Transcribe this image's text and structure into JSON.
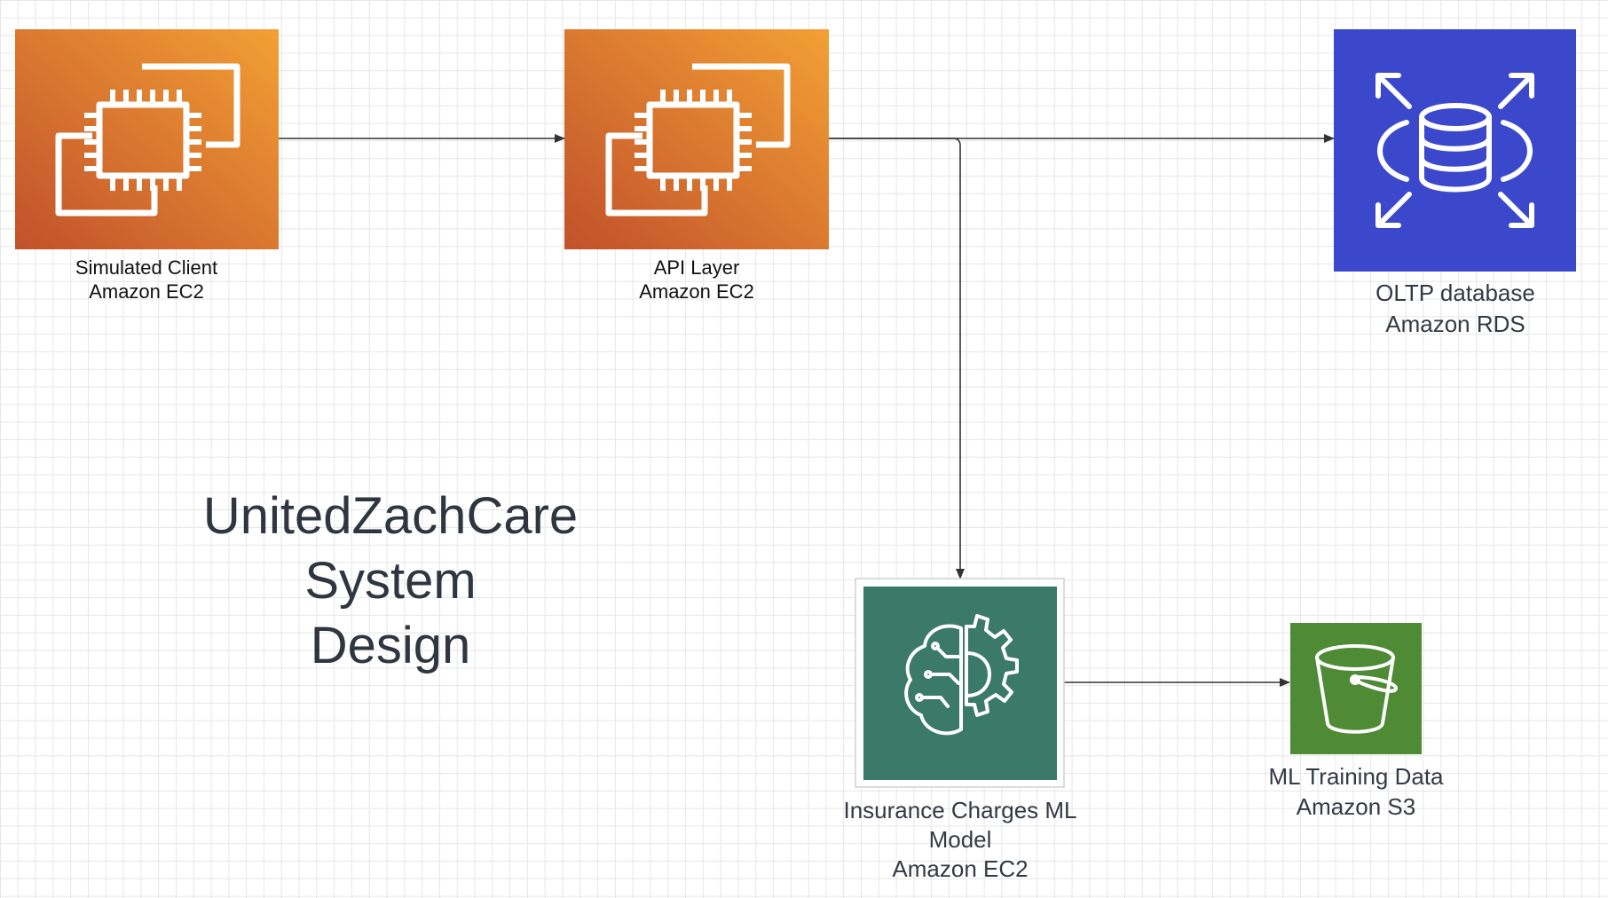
{
  "diagram": {
    "title_lines": [
      "UnitedZachCare",
      "System",
      "Design"
    ],
    "nodes": {
      "client": {
        "lines": [
          "Simulated Client",
          "Amazon EC2"
        ],
        "icon": "ec2-instances-icon",
        "color": "#e07b2a"
      },
      "api": {
        "lines": [
          "API Layer",
          "Amazon EC2"
        ],
        "icon": "ec2-instances-icon",
        "color": "#e07b2a"
      },
      "rds": {
        "lines": [
          "OLTP database",
          "Amazon RDS"
        ],
        "icon": "rds-database-icon",
        "color": "#3b48cc"
      },
      "ml": {
        "lines": [
          "Insurance Charges ML",
          "Model",
          "Amazon EC2"
        ],
        "icon": "machine-learning-brain-gear-icon",
        "color": "#3b7a68"
      },
      "s3": {
        "lines": [
          "ML Training Data",
          "Amazon S3"
        ],
        "icon": "s3-bucket-icon",
        "color": "#4f8a35"
      }
    },
    "edges": [
      {
        "from": "client",
        "to": "api"
      },
      {
        "from": "api",
        "to": "rds"
      },
      {
        "from": "api",
        "to": "ml"
      },
      {
        "from": "ml",
        "to": "s3"
      }
    ]
  }
}
